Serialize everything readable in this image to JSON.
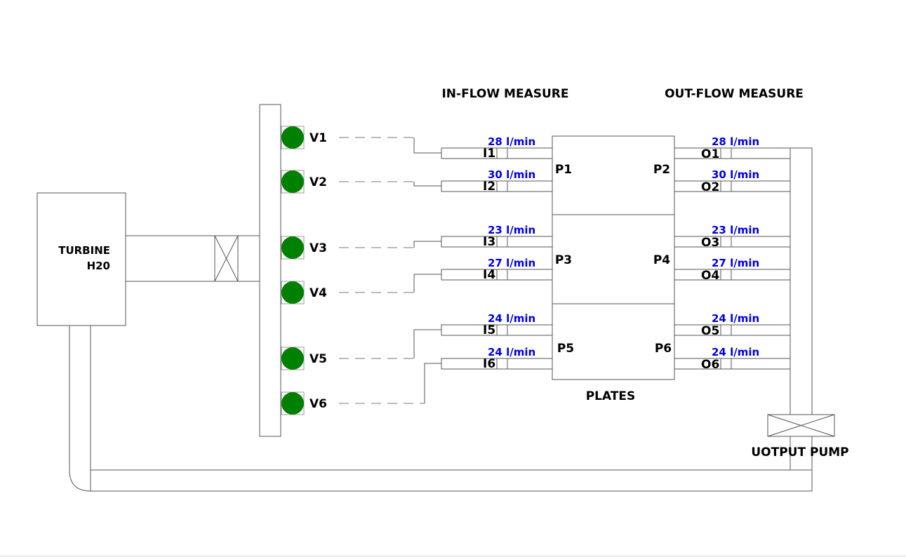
{
  "colors": {
    "valve_on": "#008000",
    "flow_text": "#0000e6"
  },
  "labels": {
    "turbine_line1": "TURBINE",
    "turbine_line2": "H20",
    "inflow_title": "IN-FLOW MEASURE",
    "outflow_title": "OUT-FLOW MEASURE",
    "plates": "PLATES",
    "pump": "UOTPUT PUMP"
  },
  "valves": [
    {
      "name": "V1",
      "state": "open"
    },
    {
      "name": "V2",
      "state": "open"
    },
    {
      "name": "V3",
      "state": "open"
    },
    {
      "name": "V4",
      "state": "open"
    },
    {
      "name": "V5",
      "state": "open"
    },
    {
      "name": "V6",
      "state": "open"
    }
  ],
  "inflow": [
    {
      "name": "I1",
      "value": "28 l/min"
    },
    {
      "name": "I2",
      "value": "30 l/min"
    },
    {
      "name": "I3",
      "value": "23 l/min"
    },
    {
      "name": "I4",
      "value": "27 l/min"
    },
    {
      "name": "I5",
      "value": "24 l/min"
    },
    {
      "name": "I6",
      "value": "24 l/min"
    }
  ],
  "outflow": [
    {
      "name": "O1",
      "value": "28 l/min"
    },
    {
      "name": "O2",
      "value": "30 l/min"
    },
    {
      "name": "O3",
      "value": "23 l/min"
    },
    {
      "name": "O4",
      "value": "27 l/min"
    },
    {
      "name": "O5",
      "value": "24 l/min"
    },
    {
      "name": "O6",
      "value": "24 l/min"
    }
  ],
  "plates": [
    "P1",
    "P2",
    "P3",
    "P4",
    "P5",
    "P6"
  ]
}
